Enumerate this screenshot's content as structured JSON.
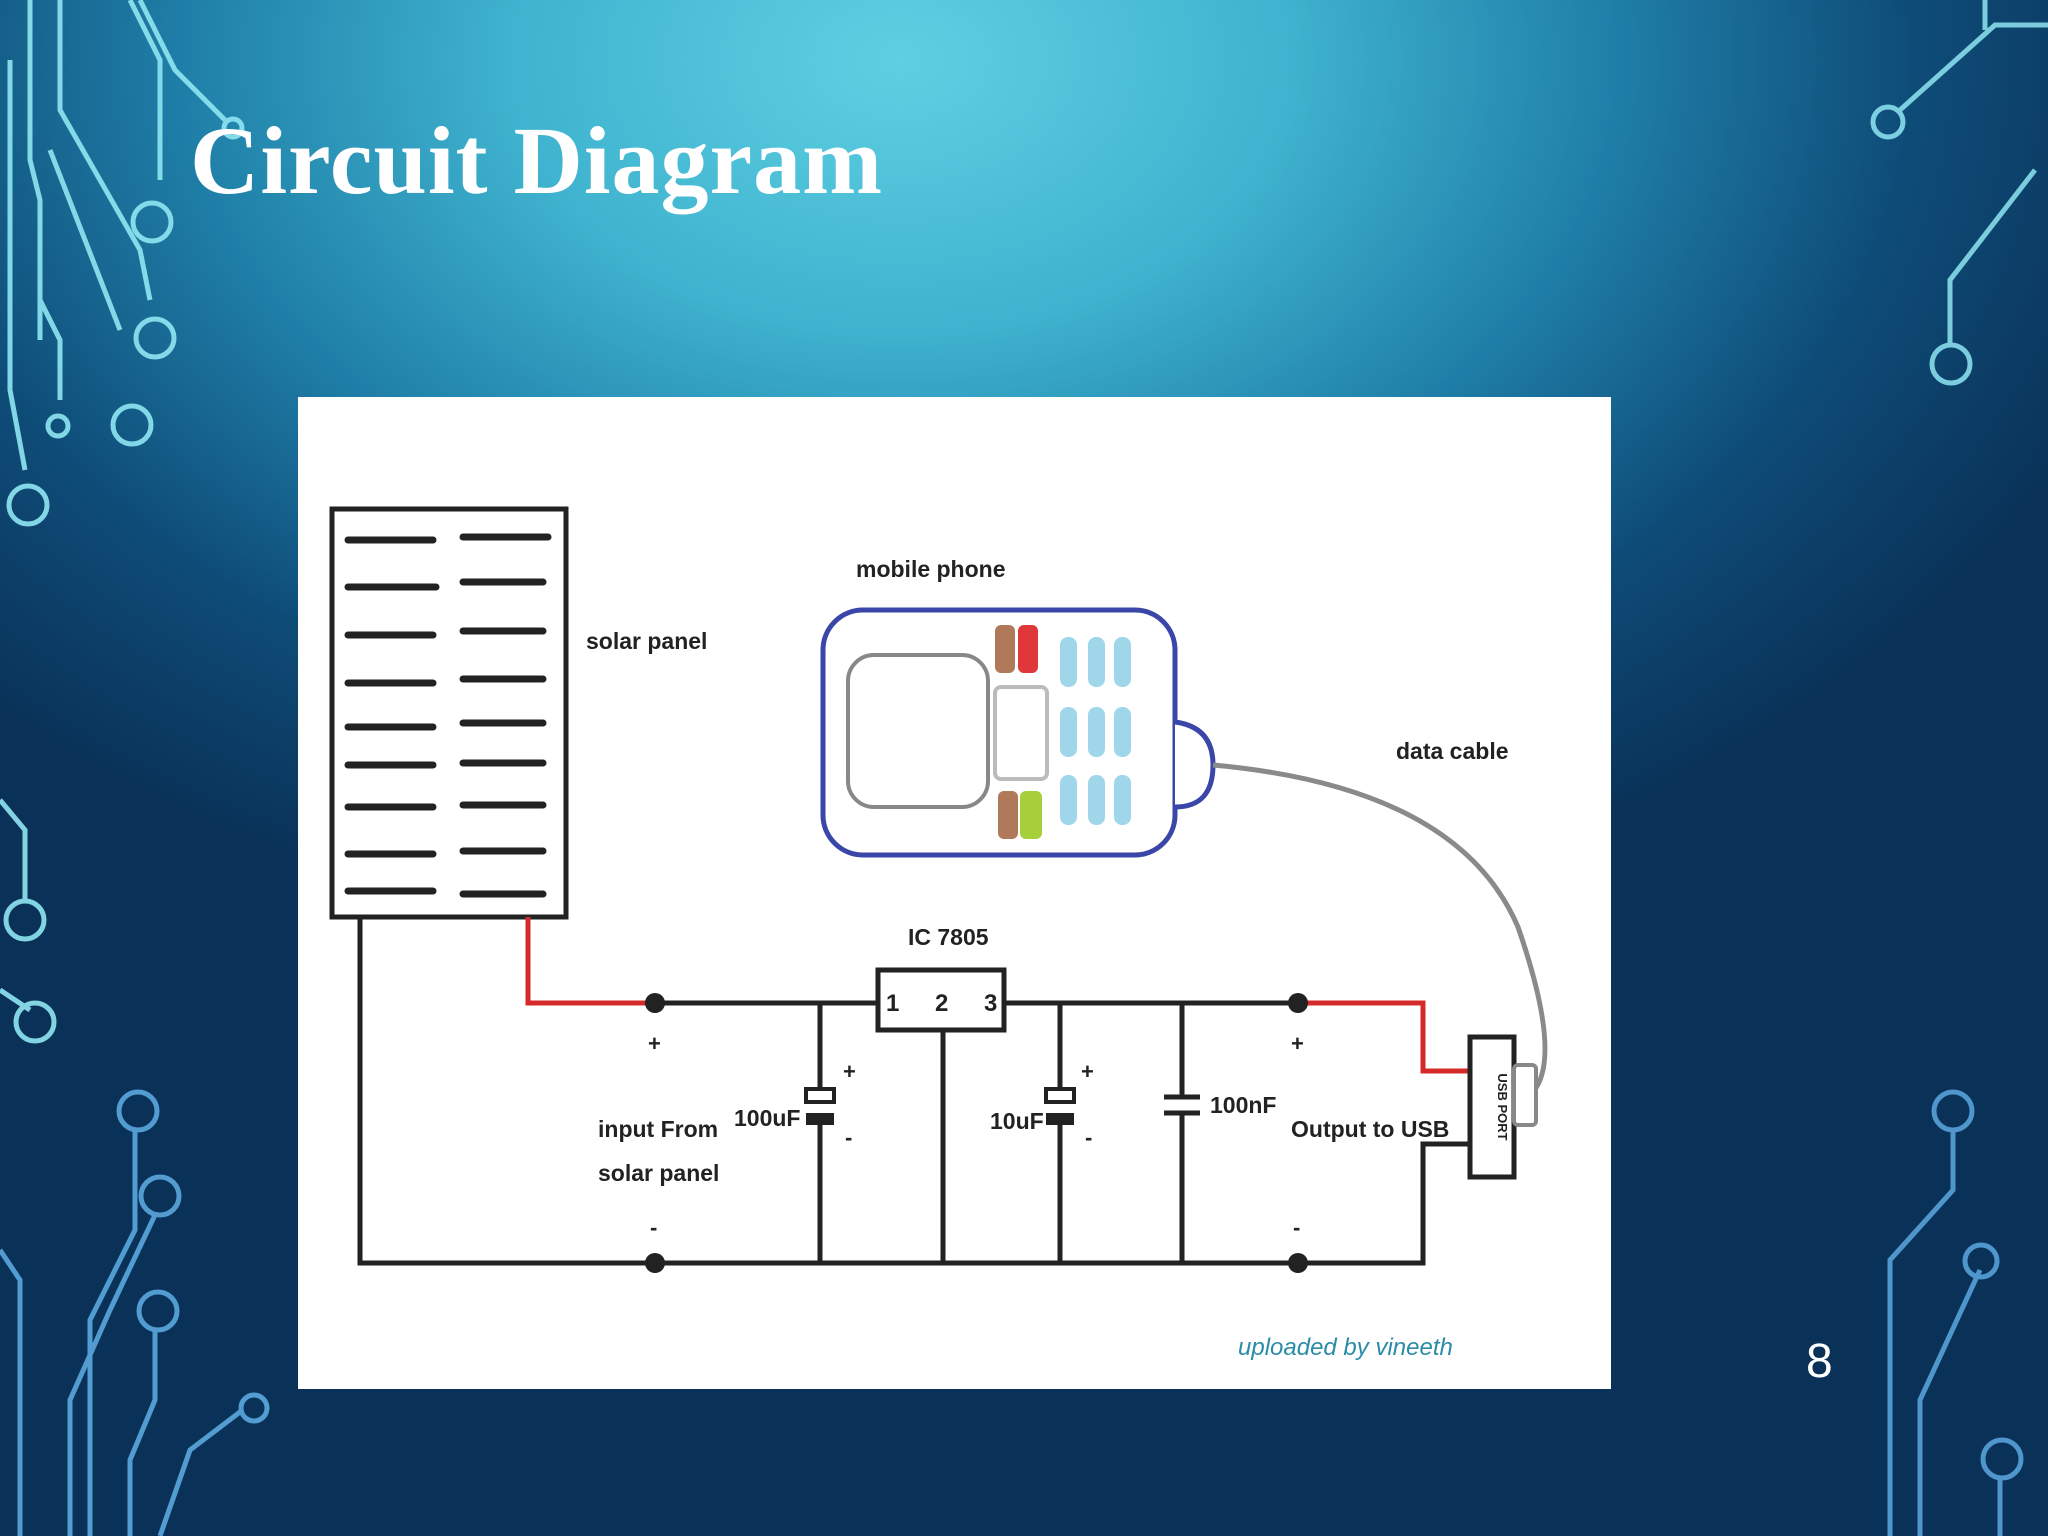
{
  "slide": {
    "title": "Circuit Diagram",
    "page_number": "8"
  },
  "diagram": {
    "solar_panel_label": "solar panel",
    "mobile_phone_label": "mobile phone",
    "data_cable_label": "data cable",
    "regulator_label": "IC 7805",
    "pins": [
      "1",
      "2",
      "3"
    ],
    "cap1_label": "100uF",
    "cap2_label": "10uF",
    "cap3_label": "100nF",
    "input_label_line1": "input From",
    "input_label_line2": "solar panel",
    "output_label": "Output to USB",
    "usb_port_label": "USB PORT",
    "plus": "+",
    "minus": "-",
    "watermark": "uploaded by vineeth"
  },
  "colors": {
    "wire_positive": "#d42a2a",
    "wire": "#222222",
    "phone_outline": "#3a46a8",
    "cable": "#8a8a8a",
    "keypad": "#9fd6ea",
    "watermark": "#2a8ca8"
  }
}
